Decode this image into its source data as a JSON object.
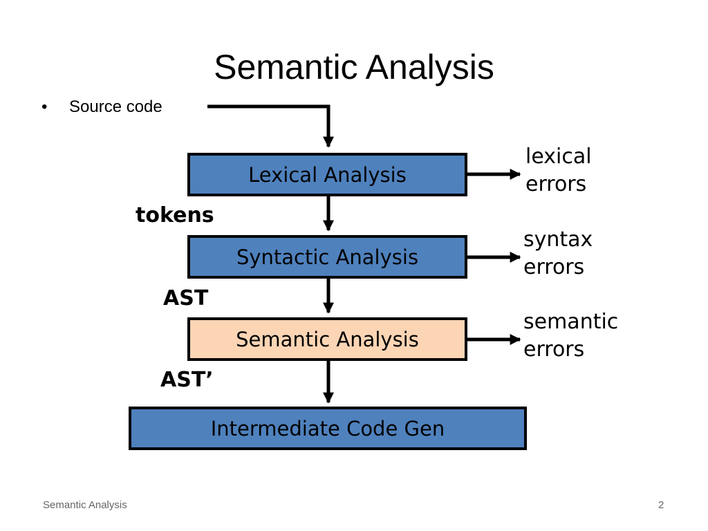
{
  "slide": {
    "title": "Semantic Analysis"
  },
  "bullet": {
    "symbol": "•",
    "text": "Source code"
  },
  "stages": [
    {
      "label": "Lexical Analysis",
      "fill": "#4f81bd"
    },
    {
      "label": "Syntactic Analysis",
      "fill": "#4f81bd"
    },
    {
      "label": "Semantic Analysis",
      "fill": "#fcd5b5"
    },
    {
      "label": "Intermediate Code Gen",
      "fill": "#4f81bd"
    }
  ],
  "edge_labels": [
    "tokens",
    "AST",
    "AST’"
  ],
  "errors": [
    {
      "line1": "lexical",
      "line2": "errors"
    },
    {
      "line1": "syntax",
      "line2": "errors"
    },
    {
      "line1": "semantic",
      "line2": "errors"
    }
  ],
  "footer": {
    "left": "Semantic Analysis",
    "page": "2"
  }
}
